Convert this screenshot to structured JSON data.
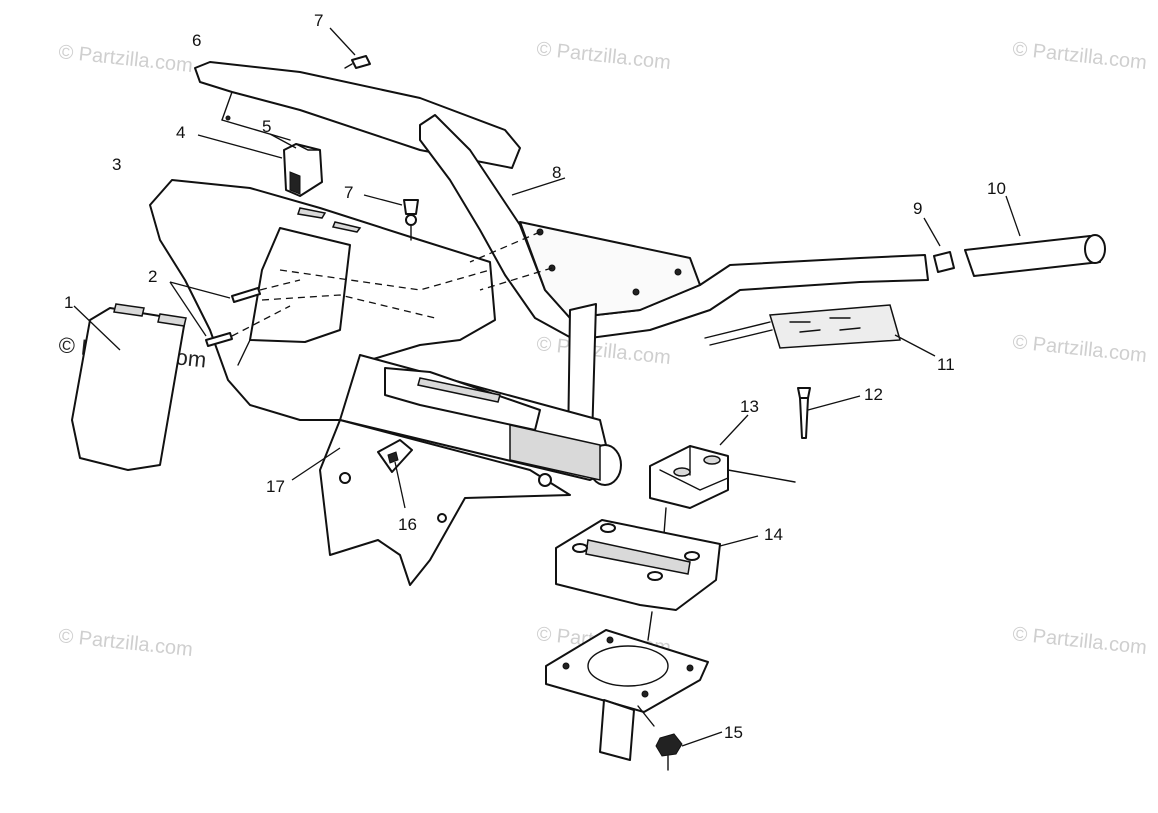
{
  "diagram": {
    "watermark": "© Partzilla.com",
    "callouts": {
      "c1": "1",
      "c2": "2",
      "c3": "3",
      "c4": "4",
      "c5": "5",
      "c6": "6",
      "c7a": "7",
      "c7b": "7",
      "c8": "8",
      "c9": "9",
      "c10": "10",
      "c11": "11",
      "c12": "12",
      "c13": "13",
      "c14": "14",
      "c15": "15",
      "c16": "16",
      "c17": "17"
    }
  }
}
